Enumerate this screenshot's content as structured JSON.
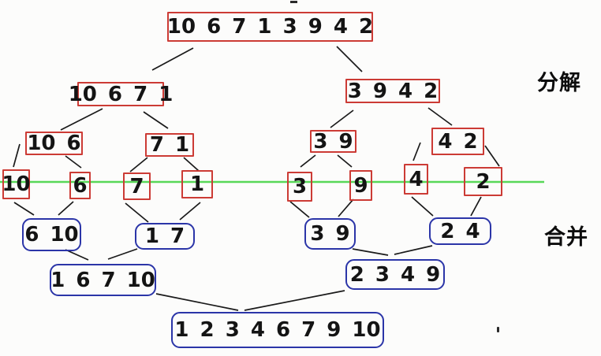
{
  "title_labels": {
    "decompose": "分解",
    "merge": "合并"
  },
  "decompose": {
    "root": "10 6 7 1 3 9 4 2",
    "halves": [
      "10 6 7 1",
      "3 9 4 2"
    ],
    "pairs": [
      "10 6",
      "7 1",
      "3 9",
      "4 2"
    ],
    "singles": [
      "10",
      "6",
      "7",
      "1",
      "3",
      "9",
      "4",
      "2"
    ]
  },
  "merge": {
    "pairs": [
      "6 10",
      "1 7",
      "3 9",
      "2 4"
    ],
    "quads": [
      "1 6 7 10",
      "2 3 4 9"
    ],
    "result": "1 2 3 4 6 7 9 10"
  },
  "colors": {
    "decompose_box_border": "#cc3b35",
    "merge_box_border": "#2b35a8",
    "divider_line": "#58d858",
    "connector_line": "#1a1a1a"
  }
}
